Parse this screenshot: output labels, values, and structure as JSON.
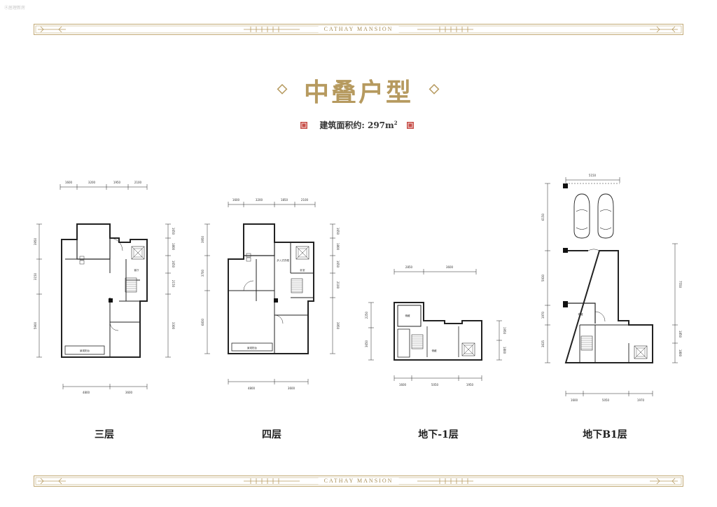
{
  "watermark": "Ⓐ居理新房",
  "banner_top": {
    "label": "CATHAY MANSION"
  },
  "banner_bottom": {
    "label": "CATHAY MANSION"
  },
  "title": "中叠户型",
  "area_text": "建筑面积约: 297m",
  "area_sup": "2",
  "floors": [
    {
      "label": "三层"
    },
    {
      "label": "四层"
    },
    {
      "label": "地下-1层"
    },
    {
      "label": "地下B1层"
    }
  ],
  "dims": {
    "f3_top": [
      "1600",
      "3200",
      "1950",
      "2100"
    ],
    "f3_bottom": [
      "4800",
      "3600"
    ],
    "f3_left": [
      "3950",
      "3150",
      "5900"
    ],
    "f3_right": [
      "1650",
      "1800",
      "1650",
      "2150",
      "3300"
    ],
    "f4_top": [
      "1600",
      "3200",
      "1850",
      "2100"
    ],
    "f4_bottom": [
      "4800",
      "3600"
    ],
    "f4_left": [
      "3950",
      "3700",
      "6830"
    ],
    "f4_right": [
      "1650",
      "1800",
      "1650",
      "2100",
      "3950"
    ],
    "b1_top": [
      "2850",
      "3600"
    ],
    "b1_bottom": [
      "1600",
      "5050",
      "1950"
    ],
    "b1_left": [
      "2250",
      "3650"
    ],
    "b1_right": [
      "1950",
      "1800"
    ],
    "b2_top": [
      "5150"
    ],
    "b2_bottom": [
      "1600",
      "5050",
      "1970"
    ],
    "b2_left": [
      "6150",
      "5930",
      "1970",
      "3635"
    ],
    "b2_right": [
      "7550",
      "1850",
      "1800"
    ]
  },
  "room_labels": {
    "f3_hall": "客厅",
    "f3_balcony": "景观阳台",
    "f4_balcony": "景观阳台",
    "f4_room": "卧室",
    "f4_bath": "步入式衣帽",
    "b1_room": "储藏",
    "b1_room2": "储藏",
    "b2_room": "储藏"
  }
}
